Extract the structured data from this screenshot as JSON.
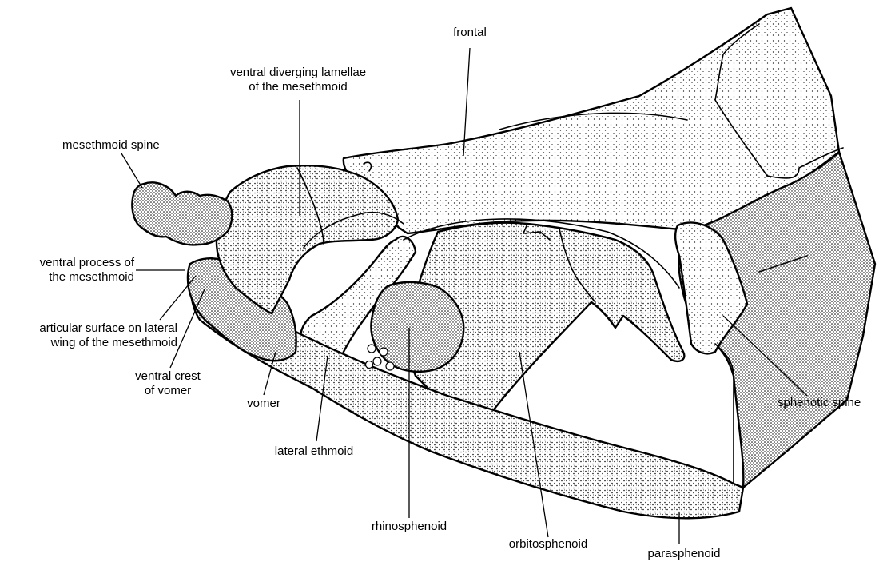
{
  "labels": {
    "frontal": "frontal",
    "ventral_diverging_lamellae": [
      "ventral diverging lamellae",
      "of the mesethmoid"
    ],
    "mesethmoid_spine": "mesethmoid spine",
    "ventral_process": [
      "ventral process of",
      "the mesethmoid"
    ],
    "articular_surface": [
      "articular surface on lateral",
      "wing of the mesethmoid"
    ],
    "ventral_crest": [
      "ventral crest",
      "of vomer"
    ],
    "vomer": "vomer",
    "lateral_ethmoid": "lateral ethmoid",
    "rhinosphenoid": "rhinosphenoid",
    "orbitosphenoid": "orbitosphenoid",
    "parasphenoid": "parasphenoid",
    "sphenotic_spine": "sphenotic spine"
  },
  "colors": {
    "ink": "#000000",
    "paper": "#ffffff"
  }
}
